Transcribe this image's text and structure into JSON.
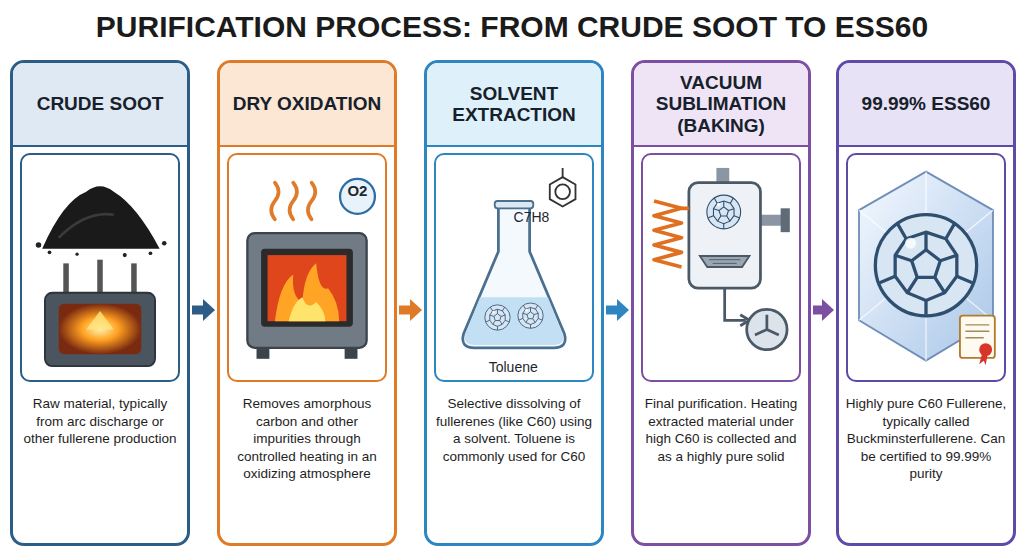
{
  "diagram": {
    "title": "PURIFICATION PROCESS: FROM CRUDE SOOT TO ESS60",
    "nodes": [
      {
        "text": [
          "CRUDE SOOT",
          "Raw material, typically from arc discharge or other fullerene production"
        ]
      },
      {
        "text": [
          "DRY OXIDATION",
          "Removes amorphous carbon and other impurities through controlled heating in an oxidizing atmosphere"
        ]
      },
      {
        "text": [
          "SOLVENT EXTRACTION",
          "Selective dissolving of fullerenes (like C60) using a solvent. Toluene is commonly used for C60"
        ]
      },
      {
        "text": [
          "VACUUM SUBLIMATION (BAKING)",
          "Final purification. Heating extracted material under high C60 is collected and as a highly pure solid"
        ]
      },
      {
        "text": [
          "99.99% ESS60",
          "Highly pure C60 Fullerene, typically called Buckminsterfullerene. Can be certified to 99.99% purity"
        ]
      }
    ],
    "edges": [
      {
        "from": 0,
        "to": 1,
        "arrow": "to"
      },
      {
        "from": 1,
        "to": 2,
        "arrow": "to"
      },
      {
        "from": 2,
        "to": 3,
        "arrow": "to"
      },
      {
        "from": 3,
        "to": 4,
        "arrow": "to"
      }
    ],
    "labels": [
      "O2",
      "C7H8",
      "Toluene"
    ]
  }
}
